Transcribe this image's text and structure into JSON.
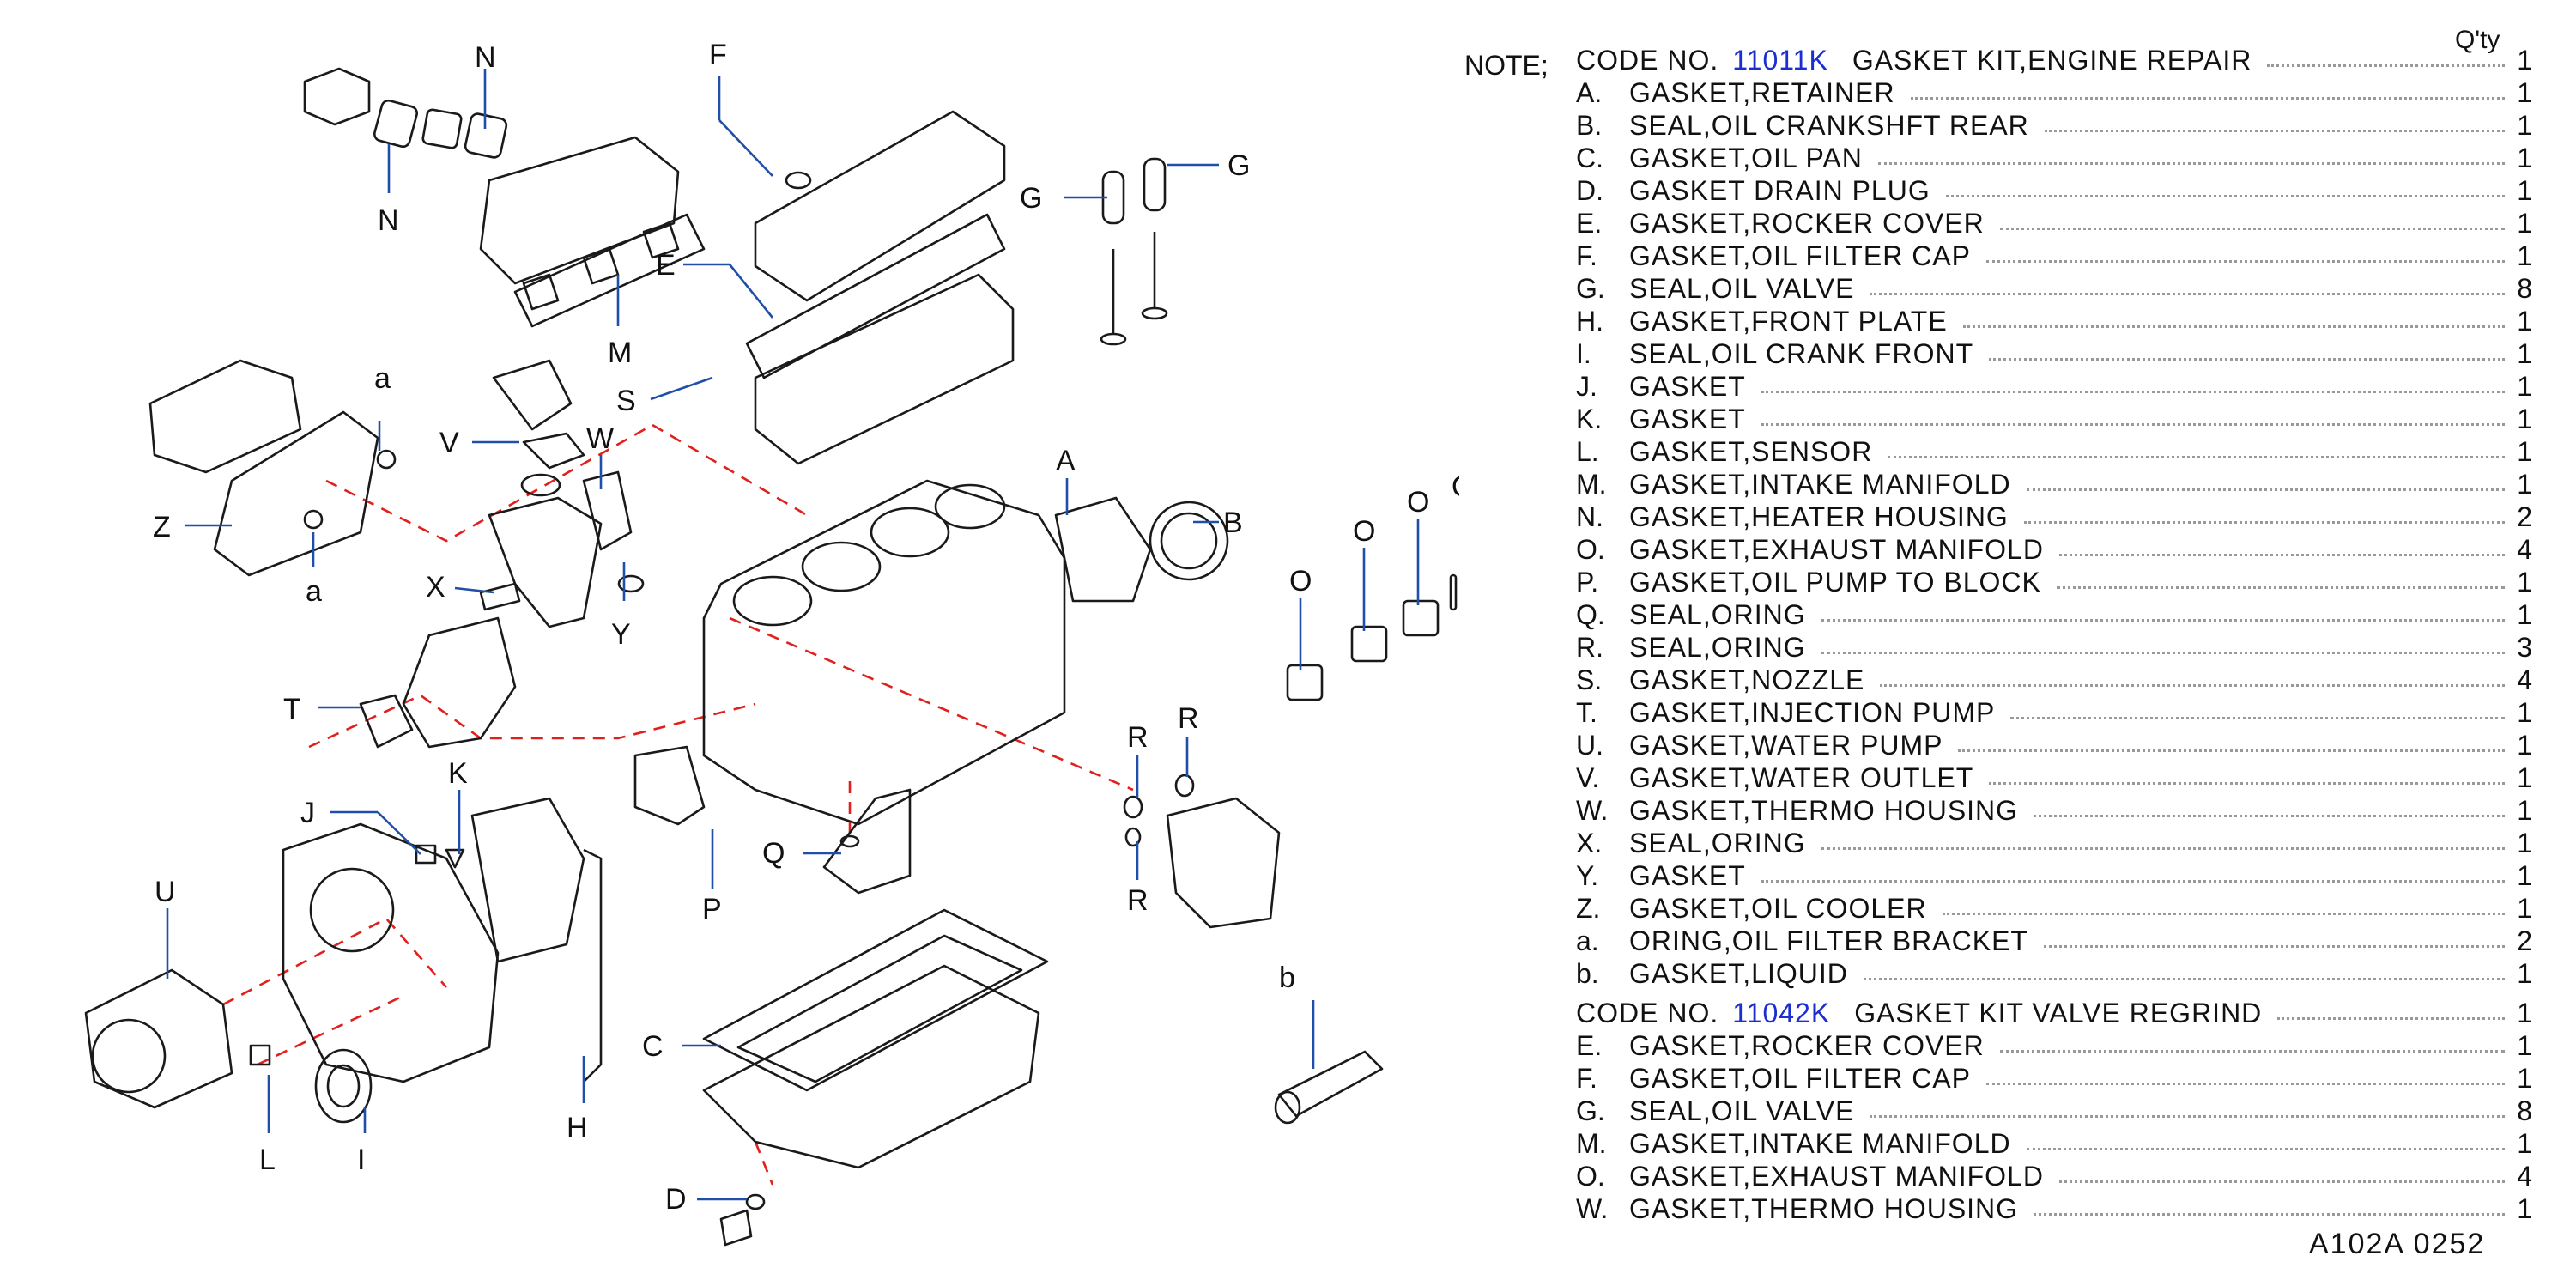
{
  "callouts": {
    "A": "A",
    "B": "B",
    "C": "C",
    "D": "D",
    "E": "E",
    "F": "F",
    "G1": "G",
    "G2": "G",
    "H": "H",
    "I": "I",
    "J": "J",
    "K": "K",
    "L": "L",
    "M": "M",
    "N1": "N",
    "N2": "N",
    "O1": "O",
    "O2": "O",
    "O3": "O",
    "O4": "O",
    "P": "P",
    "Q": "Q",
    "R1": "R",
    "R2": "R",
    "R3": "R",
    "S": "S",
    "T": "T",
    "U": "U",
    "V": "V",
    "W": "W",
    "X": "X",
    "Y": "Y",
    "Z": "Z",
    "a1": "a",
    "a2": "a",
    "b": "b"
  },
  "notes": {
    "note_label": "NOTE;",
    "qty_header": "Q'ty",
    "kit1": {
      "prefix": "CODE  NO.",
      "code": "11011K",
      "title": "GASKET  KIT,ENGINE  REPAIR",
      "qty": "1"
    },
    "items1": [
      {
        "letter": "A.",
        "desc": "GASKET,RETAINER",
        "qty": "1"
      },
      {
        "letter": "B.",
        "desc": "SEAL,OIL  CRANKSHFT  REAR",
        "qty": "1"
      },
      {
        "letter": "C.",
        "desc": "GASKET,OIL  PAN",
        "qty": "1"
      },
      {
        "letter": "D.",
        "desc": "GASKET  DRAIN  PLUG",
        "qty": "1"
      },
      {
        "letter": "E.",
        "desc": "GASKET,ROCKER  COVER",
        "qty": "1"
      },
      {
        "letter": "F.",
        "desc": "GASKET,OIL  FILTER  CAP",
        "qty": "1"
      },
      {
        "letter": "G.",
        "desc": "SEAL,OIL  VALVE",
        "qty": "8"
      },
      {
        "letter": "H.",
        "desc": "GASKET,FRONT  PLATE",
        "qty": "1"
      },
      {
        "letter": "I.",
        "desc": "SEAL,OIL  CRANK  FRONT",
        "qty": "1"
      },
      {
        "letter": "J.",
        "desc": "GASKET",
        "qty": "1"
      },
      {
        "letter": "K.",
        "desc": "GASKET",
        "qty": "1"
      },
      {
        "letter": "L.",
        "desc": "GASKET,SENSOR",
        "qty": "1"
      },
      {
        "letter": "M.",
        "desc": "GASKET,INTAKE  MANIFOLD",
        "qty": "1"
      },
      {
        "letter": "N.",
        "desc": "GASKET,HEATER  HOUSING",
        "qty": "2"
      },
      {
        "letter": "O.",
        "desc": "GASKET,EXHAUST  MANIFOLD",
        "qty": "4"
      },
      {
        "letter": "P.",
        "desc": "GASKET,OIL  PUMP  TO  BLOCK",
        "qty": "1"
      },
      {
        "letter": "Q.",
        "desc": "SEAL,ORING",
        "qty": "1"
      },
      {
        "letter": "R.",
        "desc": "SEAL,ORING",
        "qty": "3"
      },
      {
        "letter": "S.",
        "desc": "GASKET,NOZZLE",
        "qty": "4"
      },
      {
        "letter": "T.",
        "desc": "GASKET,INJECTION  PUMP",
        "qty": "1"
      },
      {
        "letter": "U.",
        "desc": "GASKET,WATER  PUMP",
        "qty": "1"
      },
      {
        "letter": "V.",
        "desc": "GASKET,WATER  OUTLET",
        "qty": "1"
      },
      {
        "letter": "W.",
        "desc": "GASKET,THERMO  HOUSING",
        "qty": "1"
      },
      {
        "letter": "X.",
        "desc": "SEAL,ORING",
        "qty": "1"
      },
      {
        "letter": "Y.",
        "desc": "GASKET",
        "qty": "1"
      },
      {
        "letter": "Z.",
        "desc": "GASKET,OIL  COOLER",
        "qty": "1"
      },
      {
        "letter": "a.",
        "desc": "ORING,OIL  FILTER  BRACKET",
        "qty": "2"
      },
      {
        "letter": "b.",
        "desc": "GASKET,LIQUID",
        "qty": "1"
      }
    ],
    "kit2": {
      "prefix": "CODE  NO.",
      "code": "11042K",
      "title": "GASKET  KIT  VALVE  REGRIND",
      "qty": "1"
    },
    "items2": [
      {
        "letter": "E.",
        "desc": "GASKET,ROCKER  COVER",
        "qty": "1"
      },
      {
        "letter": "F.",
        "desc": "GASKET,OIL  FILTER  CAP",
        "qty": "1"
      },
      {
        "letter": "G.",
        "desc": "SEAL,OIL  VALVE",
        "qty": "8"
      },
      {
        "letter": "M.",
        "desc": "GASKET,INTAKE  MANIFOLD",
        "qty": "1"
      },
      {
        "letter": "O.",
        "desc": "GASKET,EXHAUST  MANIFOLD",
        "qty": "4"
      },
      {
        "letter": "W.",
        "desc": "GASKET,THERMO  HOUSING",
        "qty": "1"
      }
    ],
    "footer": "A102A  0252"
  }
}
